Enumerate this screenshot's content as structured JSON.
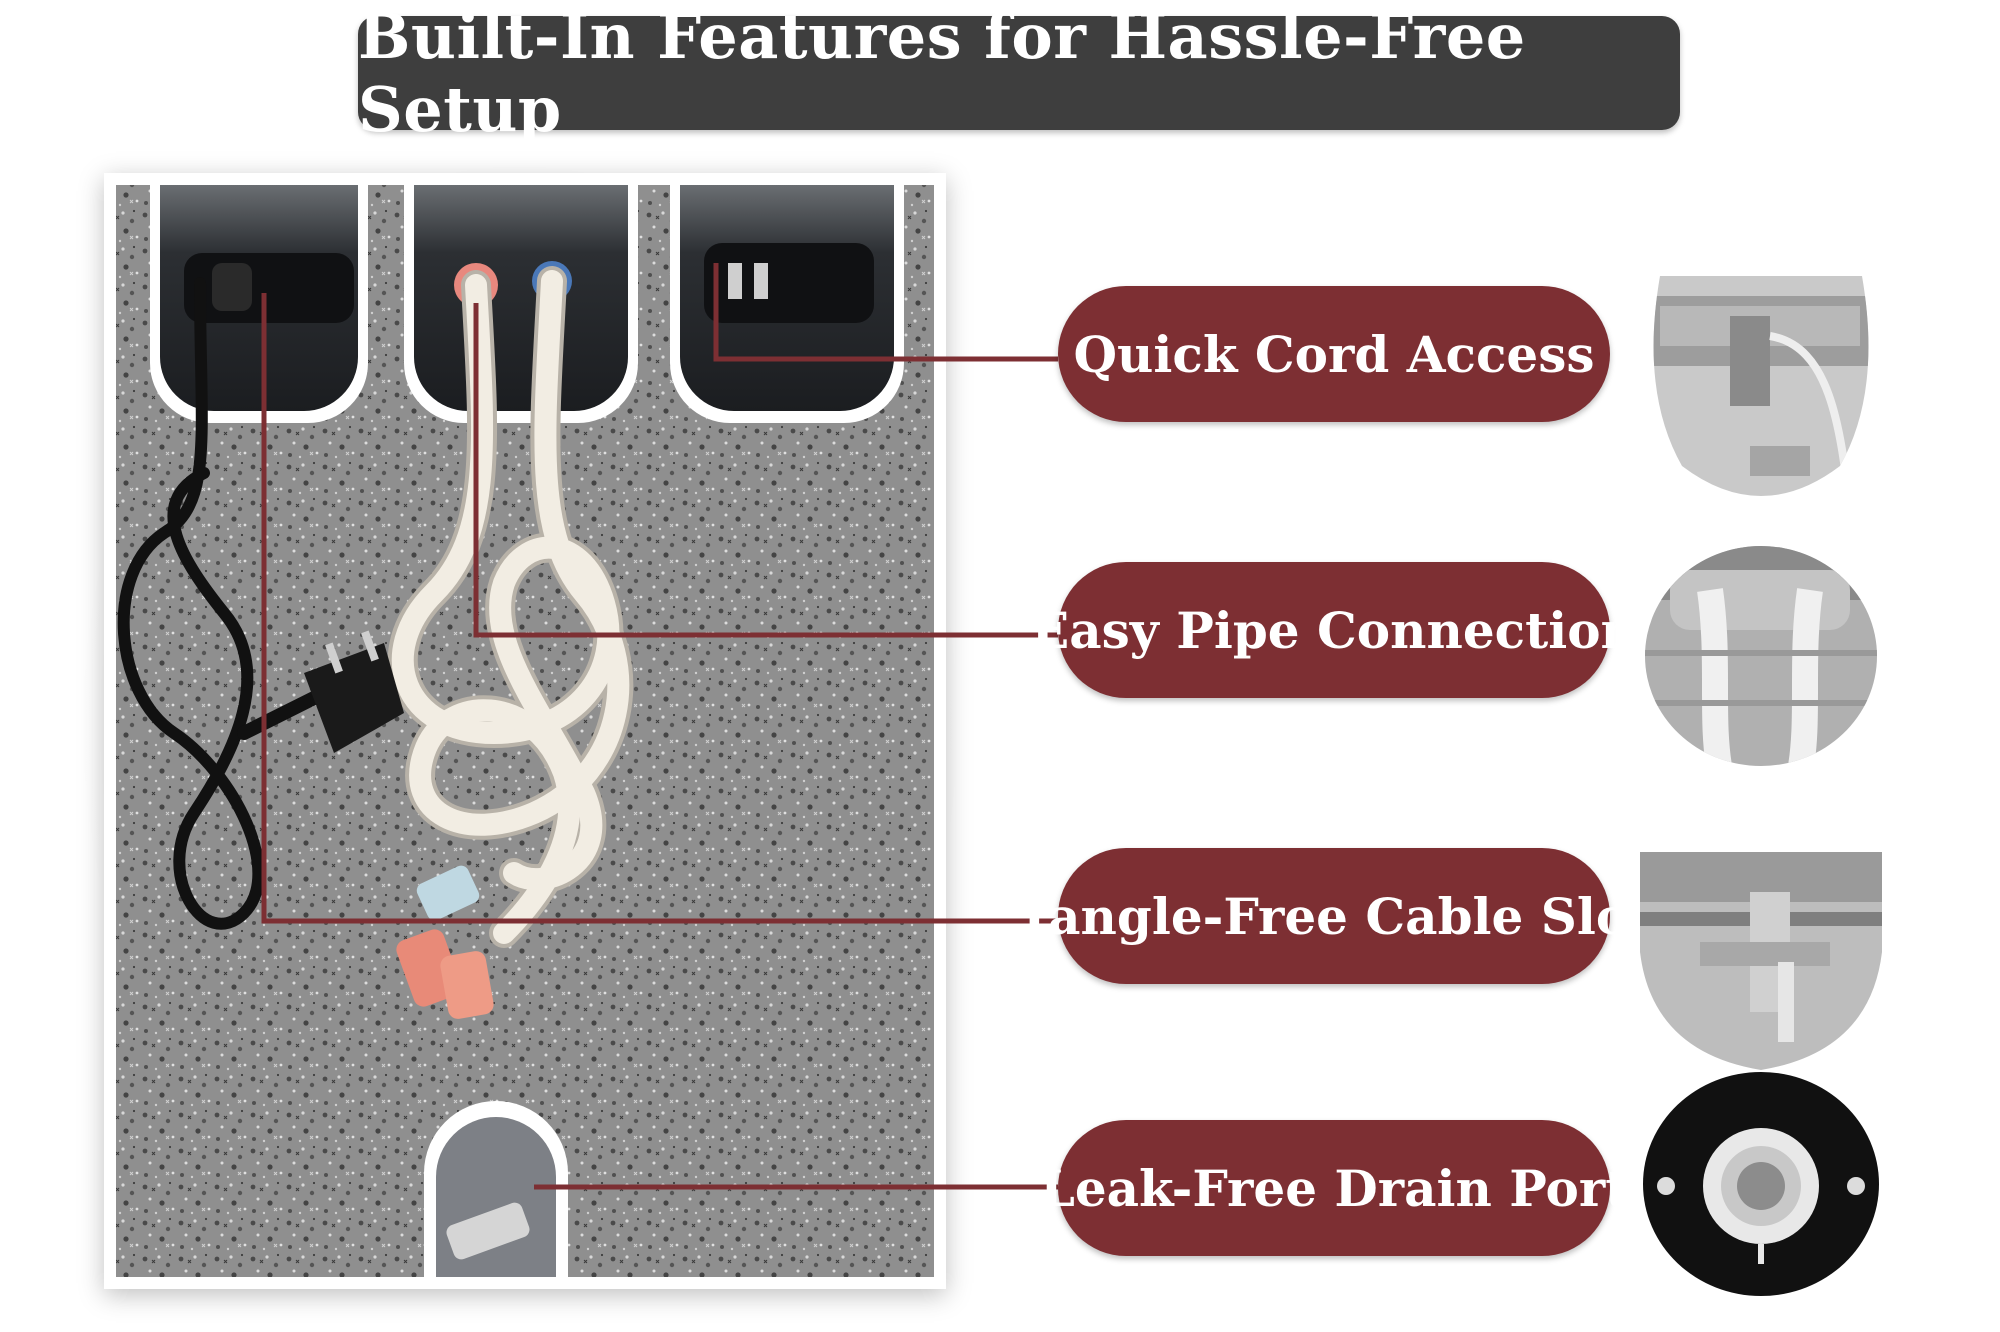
{
  "title": "Built-In Features for Hassle-Free Setup",
  "features": [
    {
      "label": "Quick Cord Access",
      "icon": "cord-plug-closeup-icon"
    },
    {
      "label": "Easy Pipe Connection",
      "icon": "pipe-inlet-closeup-icon"
    },
    {
      "label": "Tangle-Free Cable Slot",
      "icon": "cable-slot-closeup-icon"
    },
    {
      "label": "Leak-Free Drain Port",
      "icon": "drain-port-closeup-icon"
    }
  ],
  "colors": {
    "banner_bg": "#3e3e3e",
    "pill_bg": "#7d2f33",
    "leader_line": "#7d2f33",
    "panel_pattern": "#8d8d8d"
  }
}
